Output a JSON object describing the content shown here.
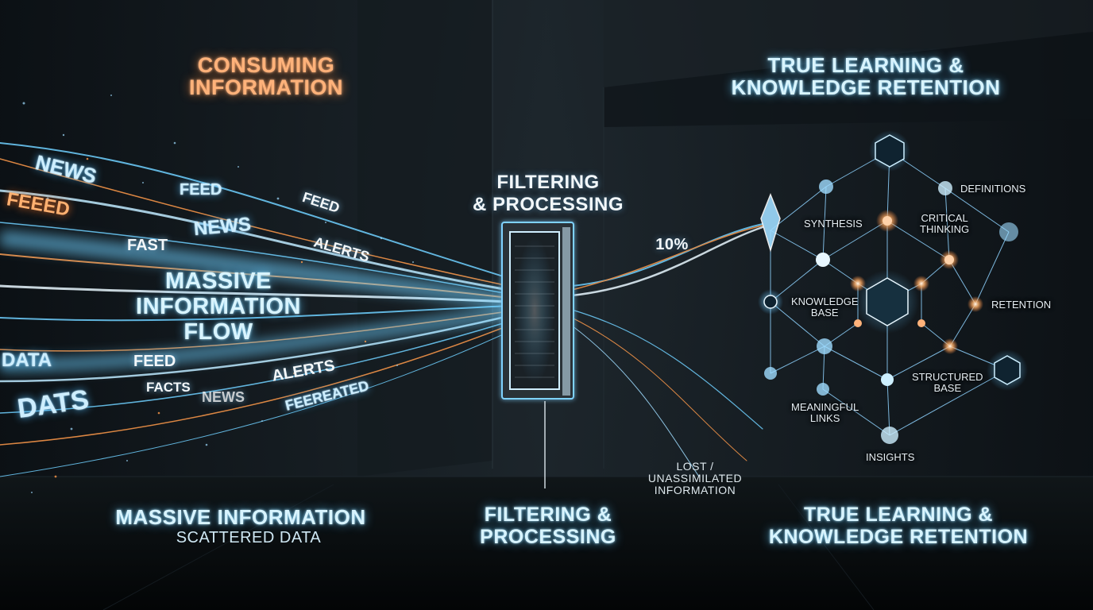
{
  "headings": {
    "consuming": [
      "CONSUMING",
      "INFORMATION"
    ],
    "filtering_top": [
      "FILTERING",
      "& PROCESSING"
    ],
    "true_learning_top": [
      "TRUE LEARNING &",
      "KNOWLEDGE RETENTION"
    ]
  },
  "stream": {
    "center_label": [
      "MASSIVE",
      "INFORMATION",
      "FLOW"
    ],
    "words": [
      "NEWS",
      "FEEED",
      "FEED",
      "FEED",
      "NEWS",
      "FAST",
      "ALERTS",
      "DATA",
      "FEED",
      "ALERTS",
      "FACTS",
      "DATS",
      "FEEREATED",
      "NEWS"
    ],
    "percentage": "10%"
  },
  "bottom_labels": {
    "massive": "MASSIVE INFORMATION",
    "scattered": "SCATTERED DATA",
    "filtering": [
      "FILTERING &",
      "PROCESSING"
    ],
    "lost": [
      "LOST /",
      "UNASSIMILATED",
      "INFORMATION"
    ],
    "true_learning": [
      "TRUE LEARNING &",
      "KNOWLEDGE RETENTION"
    ]
  },
  "network_labels": {
    "definitions": "DEFINITIONS",
    "synthesis": "SYNTHESIS",
    "critical_thinking": [
      "CRITICAL",
      "THINKING"
    ],
    "knowledge_base": [
      "KNOWLEDGE",
      "BASE"
    ],
    "retention": "RETENTION",
    "structured_base": [
      "STRUCTURED",
      "BASE"
    ],
    "meaningful_links": [
      "MEANINGFUL",
      "LINKS"
    ],
    "insights": "INSIGHTS"
  },
  "colors": {
    "accent_orange": "#ff9a4a",
    "accent_cyan": "#6fd0ff",
    "background": "#0b1116"
  }
}
